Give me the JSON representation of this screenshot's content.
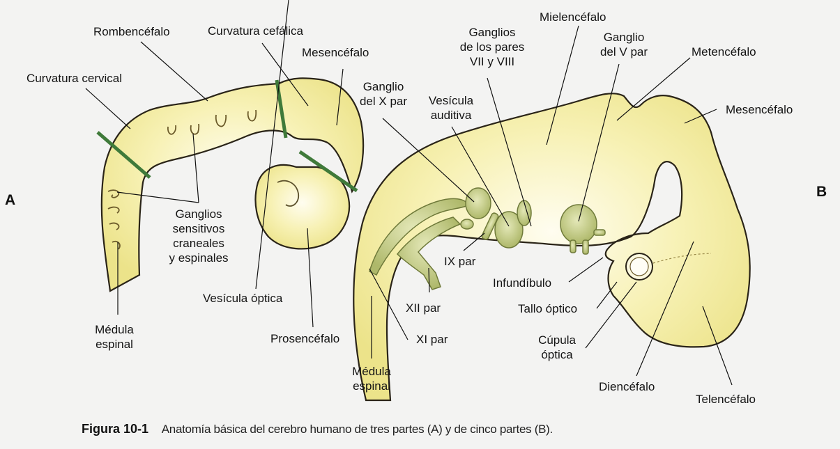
{
  "figure": {
    "panel_a_letter": "A",
    "panel_b_letter": "B",
    "caption_label": "Figura 10-1",
    "caption_text": "Anatomía básica del cerebro humano de tres partes (A) y de cinco partes (B).",
    "colors": {
      "background": "#f3f3f2",
      "tissue_fill": "#f3eda0",
      "tissue_highlight": "#fdfbe6",
      "outline": "#2a2418",
      "boundary_green": "#3f7a3a",
      "ganglion_fill": "#c9cf8a",
      "leader_line": "#111111"
    }
  },
  "panel_a": {
    "labels": {
      "rombencefalo": "Rombencéfalo",
      "curvatura_cefalica": "Curvatura cefálica",
      "mesencefalo": "Mesencéfalo",
      "curvatura_cervical": "Curvatura cervical",
      "ganglios_1": "Ganglios",
      "ganglios_2": "sensitivos",
      "ganglios_3": "craneales",
      "ganglios_4": "y espinales",
      "vesicula_optica": "Vesícula óptica",
      "medula_1": "Médula",
      "medula_2": "espinal",
      "prosencefalo": "Prosencéfalo"
    }
  },
  "panel_b": {
    "labels": {
      "ganglios_vii_viii_1": "Ganglios",
      "ganglios_vii_viii_2": "de los pares",
      "ganglios_vii_viii_3": "VII y VIII",
      "mielencefalo": "Mielencéfalo",
      "ganglio_v_1": "Ganglio",
      "ganglio_v_2": "del V par",
      "metencefalo": "Metencéfalo",
      "ganglio_x_1": "Ganglio",
      "ganglio_x_2": "del X par",
      "vesicula_auditiva_1": "Vesícula",
      "vesicula_auditiva_2": "auditiva",
      "mesencefalo": "Mesencéfalo",
      "ix_par": "IX par",
      "infundibulo": "Infundíbulo",
      "tallo_optico": "Tallo óptico",
      "xii_par": "XII par",
      "xi_par": "XI par",
      "cupula_1": "Cúpula",
      "cupula_2": "óptica",
      "medula_1": "Médula",
      "medula_2": "espinal",
      "diencefalo": "Diencéfalo",
      "telencefalo": "Telencéfalo"
    }
  }
}
